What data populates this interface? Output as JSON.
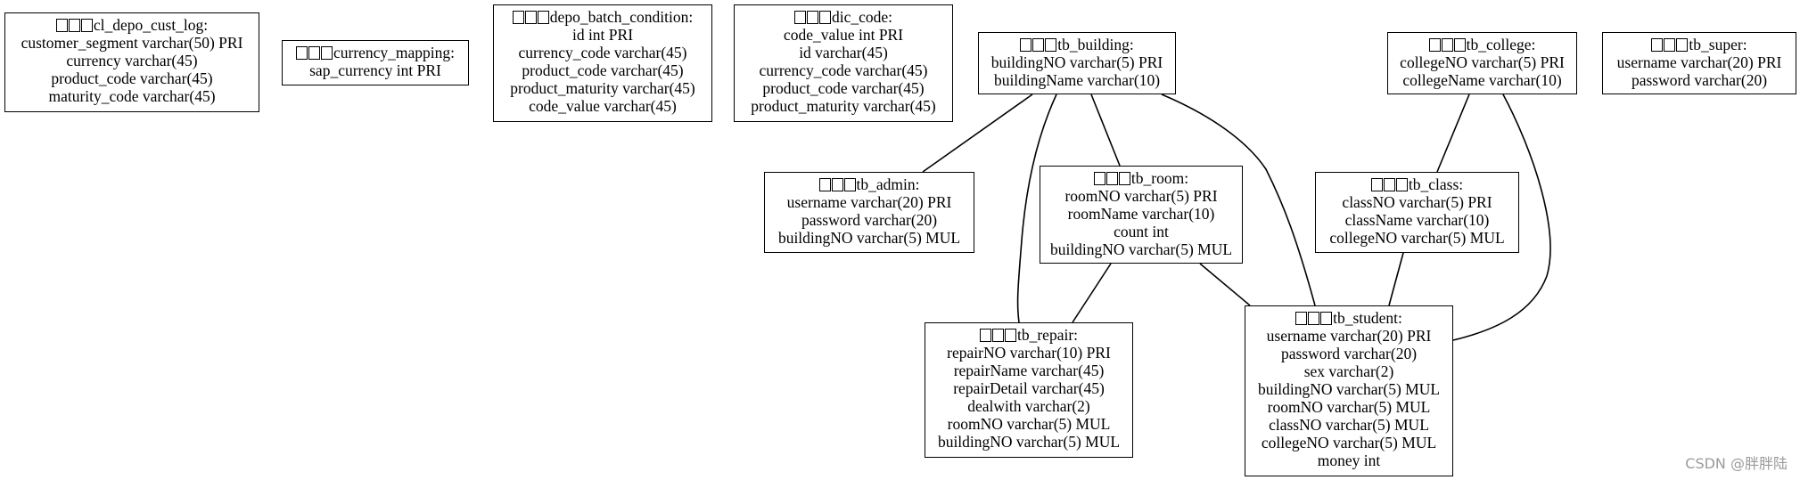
{
  "tables": [
    {
      "id": "cl_depo_cust_log",
      "title": "cl_depo_cust_log:",
      "fields": [
        "customer_segment varchar(50) PRI",
        "currency varchar(45)",
        "product_code varchar(45)",
        "maturity_code varchar(45)"
      ]
    },
    {
      "id": "currency_mapping",
      "title": "currency_mapping:",
      "fields": [
        "sap_currency int PRI"
      ]
    },
    {
      "id": "depo_batch_condition",
      "title": "depo_batch_condition:",
      "fields": [
        "id int PRI",
        "currency_code varchar(45)",
        "product_code varchar(45)",
        "product_maturity varchar(45)",
        "code_value varchar(45)"
      ]
    },
    {
      "id": "dic_code",
      "title": "dic_code:",
      "fields": [
        "code_value int PRI",
        "id varchar(45)",
        "currency_code varchar(45)",
        "product_code varchar(45)",
        "product_maturity varchar(45)"
      ]
    },
    {
      "id": "tb_building",
      "title": "tb_building:",
      "fields": [
        "buildingNO varchar(5) PRI",
        "buildingName varchar(10)"
      ]
    },
    {
      "id": "tb_college",
      "title": "tb_college:",
      "fields": [
        "collegeNO varchar(5) PRI",
        "collegeName varchar(10)"
      ]
    },
    {
      "id": "tb_super",
      "title": "tb_super:",
      "fields": [
        "username varchar(20) PRI",
        "password varchar(20)"
      ]
    },
    {
      "id": "tb_admin",
      "title": "tb_admin:",
      "fields": [
        "username varchar(20) PRI",
        "password varchar(20)",
        "buildingNO varchar(5) MUL"
      ]
    },
    {
      "id": "tb_room",
      "title": "tb_room:",
      "fields": [
        "roomNO varchar(5) PRI",
        "roomName varchar(10)",
        "count int",
        "buildingNO varchar(5) MUL"
      ]
    },
    {
      "id": "tb_class",
      "title": "tb_class:",
      "fields": [
        "classNO varchar(5) PRI",
        "className varchar(10)",
        "collegeNO varchar(5) MUL"
      ]
    },
    {
      "id": "tb_repair",
      "title": "tb_repair:",
      "fields": [
        "repairNO varchar(10) PRI",
        "repairName varchar(45)",
        "repairDetail varchar(45)",
        "dealwith varchar(2)",
        "roomNO varchar(5) MUL",
        "buildingNO varchar(5) MUL"
      ]
    },
    {
      "id": "tb_student",
      "title": "tb_student:",
      "fields": [
        "username varchar(20) PRI",
        "password varchar(20)",
        "sex varchar(2)",
        "buildingNO varchar(5) MUL",
        "roomNO varchar(5) MUL",
        "classNO varchar(5) MUL",
        "collegeNO varchar(5) MUL",
        "money int"
      ]
    }
  ],
  "relations": [
    {
      "from": "tb_building",
      "to": "tb_admin"
    },
    {
      "from": "tb_building",
      "to": "tb_room"
    },
    {
      "from": "tb_building",
      "to": "tb_repair"
    },
    {
      "from": "tb_building",
      "to": "tb_student"
    },
    {
      "from": "tb_room",
      "to": "tb_repair"
    },
    {
      "from": "tb_room",
      "to": "tb_student"
    },
    {
      "from": "tb_college",
      "to": "tb_class"
    },
    {
      "from": "tb_college",
      "to": "tb_student"
    },
    {
      "from": "tb_class",
      "to": "tb_student"
    }
  ],
  "watermark": "CSDN @胖胖陆"
}
